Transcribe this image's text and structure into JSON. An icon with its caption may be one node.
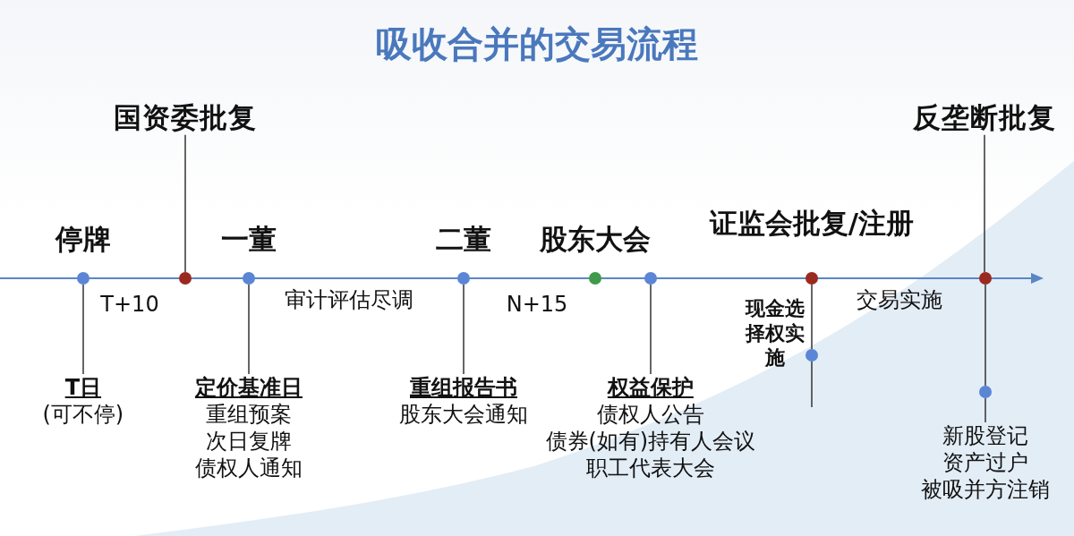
{
  "diagram": {
    "title": "吸收合并的交易流程",
    "nodes": [
      {
        "text": [],
        "shape": "circle",
        "beside": [
          "停牌"
        ]
      },
      {
        "text": [
          "T日",
          "(可不停)"
        ]
      },
      {
        "text": [
          "国资委批复"
        ]
      },
      {
        "text": [],
        "shape": "circle"
      },
      {
        "text": [],
        "shape": "circle",
        "beside": [
          "一董"
        ]
      },
      {
        "text": [
          "定价基准日",
          "重组预案",
          "次日复牌",
          "债权人通知"
        ]
      },
      {
        "text": [],
        "shape": "circle",
        "beside": [
          "二董"
        ]
      },
      {
        "text": [
          "重组报告书",
          "股东大会通知"
        ]
      },
      {
        "text": [],
        "shape": "circle",
        "beside": [
          "股东大会"
        ]
      },
      {
        "text": [],
        "shape": "circle"
      },
      {
        "text": [
          "权益保护",
          "债权人公告",
          "债券(如有)持有人会议",
          "职工代表大会"
        ]
      },
      {
        "text": [],
        "shape": "circle",
        "beside": [
          "证监会批复/注册"
        ]
      },
      {
        "text": [],
        "shape": "circle",
        "beside": [
          "现金选择权实施"
        ]
      },
      {
        "text": [
          "反垄断批复"
        ]
      },
      {
        "text": [],
        "shape": "circle"
      },
      {
        "text": [],
        "shape": "circle"
      },
      {
        "text": [
          "新股登记",
          "资产过户",
          "被吸并方注销"
        ]
      }
    ],
    "edges": [
      {
        "from": 0,
        "to": 1,
        "arrow": "none"
      },
      {
        "from": 2,
        "to": 3,
        "arrow": "none"
      },
      {
        "from": 4,
        "to": 5,
        "arrow": "none"
      },
      {
        "from": 6,
        "to": 7,
        "arrow": "none"
      },
      {
        "from": 9,
        "to": 10,
        "arrow": "none"
      },
      {
        "from": 11,
        "to": 12,
        "arrow": "none"
      },
      {
        "from": 12,
        "to": null,
        "arrow": "none"
      },
      {
        "from": 13,
        "to": 14,
        "arrow": "none"
      },
      {
        "from": 14,
        "to": 15,
        "arrow": "none"
      },
      {
        "from": 15,
        "to": 16,
        "arrow": "none"
      }
    ],
    "labels": [
      "T+10",
      "审计评估尽调",
      "N+15",
      "交易实施"
    ]
  }
}
